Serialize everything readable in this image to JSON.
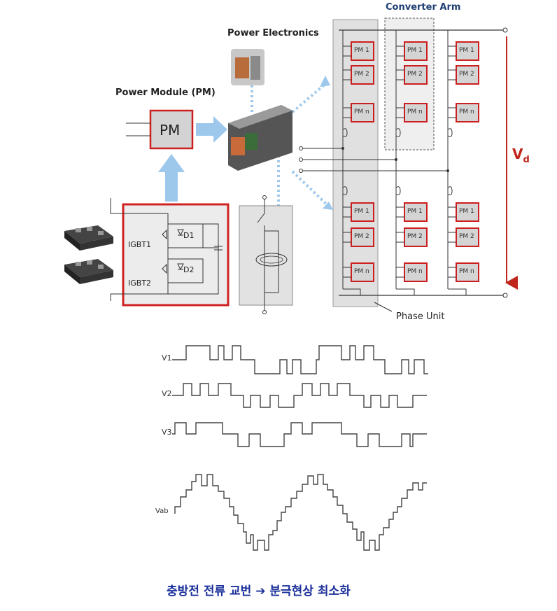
{
  "labels": {
    "power_electronics": "Power Electronics",
    "power_module": "Power Module (PM)",
    "pm_box": "PM",
    "converter_arm": "Converter Arm",
    "vd_main": "V",
    "vd_sub": "d",
    "phase_unit": "Phase Unit",
    "igbt1": "IGBT1",
    "igbt2": "IGBT2",
    "d1": "D1",
    "d2": "D2"
  },
  "modules": [
    "PM 1",
    "PM 2",
    "PM n"
  ],
  "waveforms": {
    "v1": "V1",
    "v2": "V2",
    "v3": "V3",
    "vab": "Vab"
  },
  "caption": "충방전 전류 교번 ➔ 분극현상 최소화",
  "colors": {
    "module_border": "#cc1f1f",
    "module_fill": "#d4d4d4",
    "phase_band": "#e0e0e0",
    "arrow": "#9dc8ec",
    "vd_arrow": "#c0261c",
    "caption": "#1a2f9a"
  }
}
